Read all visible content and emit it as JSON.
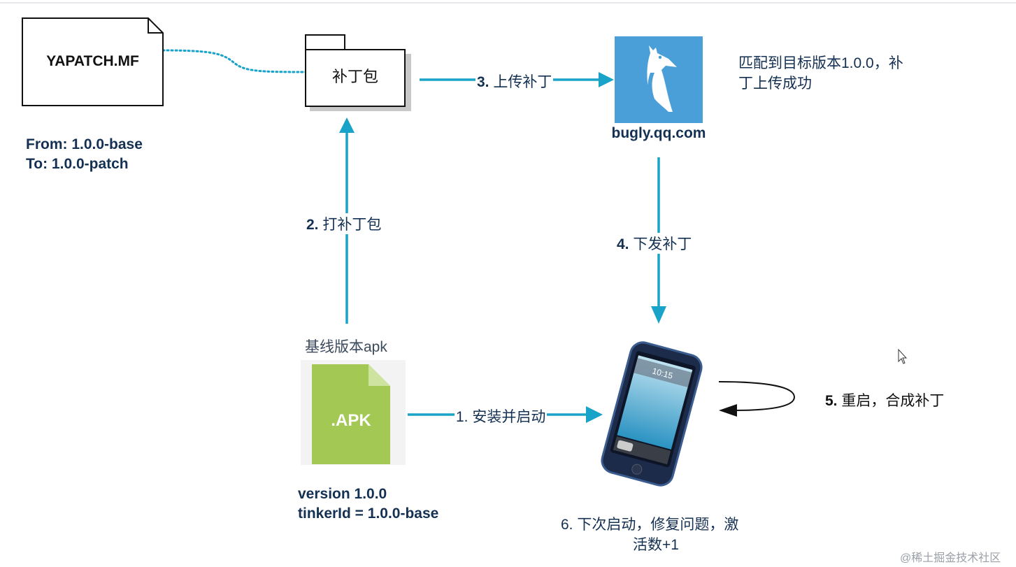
{
  "manifest": {
    "title": "YAPATCH.MF",
    "from": "From: 1.0.0-base",
    "to": "To: 1.0.0-patch"
  },
  "patch_package": {
    "label": "补丁包"
  },
  "bugly": {
    "label": "bugly.qq.com",
    "note": [
      "匹配到目标版本1.0.0，补",
      "丁上传成功"
    ]
  },
  "steps": {
    "s1": {
      "num": "1.",
      "text": " 安装并启动"
    },
    "s2": {
      "num": "2.",
      "text": " 打补丁包"
    },
    "s3": {
      "num": "3.",
      "text": " 上传补丁"
    },
    "s4": {
      "num": "4.",
      "text": " 下发补丁"
    },
    "s5": {
      "num": "5.",
      "text": " 重启，合成补丁"
    },
    "s6_line1": "6. 下次启动，修复问题，激",
    "s6_line2": "活数+1"
  },
  "apk": {
    "caption": "基线版本apk",
    "icon_text": ".APK",
    "version": "version 1.0.0",
    "tinker_id": "tinkerId = 1.0.0-base"
  },
  "phone": {
    "time": "10:15"
  },
  "watermark": "@稀土掘金技术社区",
  "colors": {
    "arrow": "#1aa3c8",
    "bugly_bg": "#4a9fd8",
    "apk_green": "#a4c854",
    "label_dark": "#143052"
  }
}
